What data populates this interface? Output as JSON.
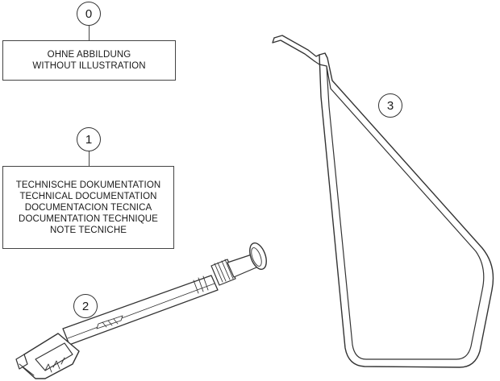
{
  "callouts": {
    "c0": "0",
    "c1": "1",
    "c2": "2",
    "c3": "3"
  },
  "box0": {
    "lines": [
      "OHNE ABBILDUNG",
      "WITHOUT ILLUSTRATION"
    ]
  },
  "box1": {
    "lines": [
      "TECHNISCHE DOKUMENTATION",
      "TECHNICAL DOCUMENTATION",
      "DOCUMENTACION TECNICA",
      "DOCUMENTATION TECHNIQUE",
      "NOTE TECNICHE"
    ]
  },
  "parts": {
    "part2_icon": "air-pump-icon",
    "part3_icon": "bike-stand-icon"
  }
}
